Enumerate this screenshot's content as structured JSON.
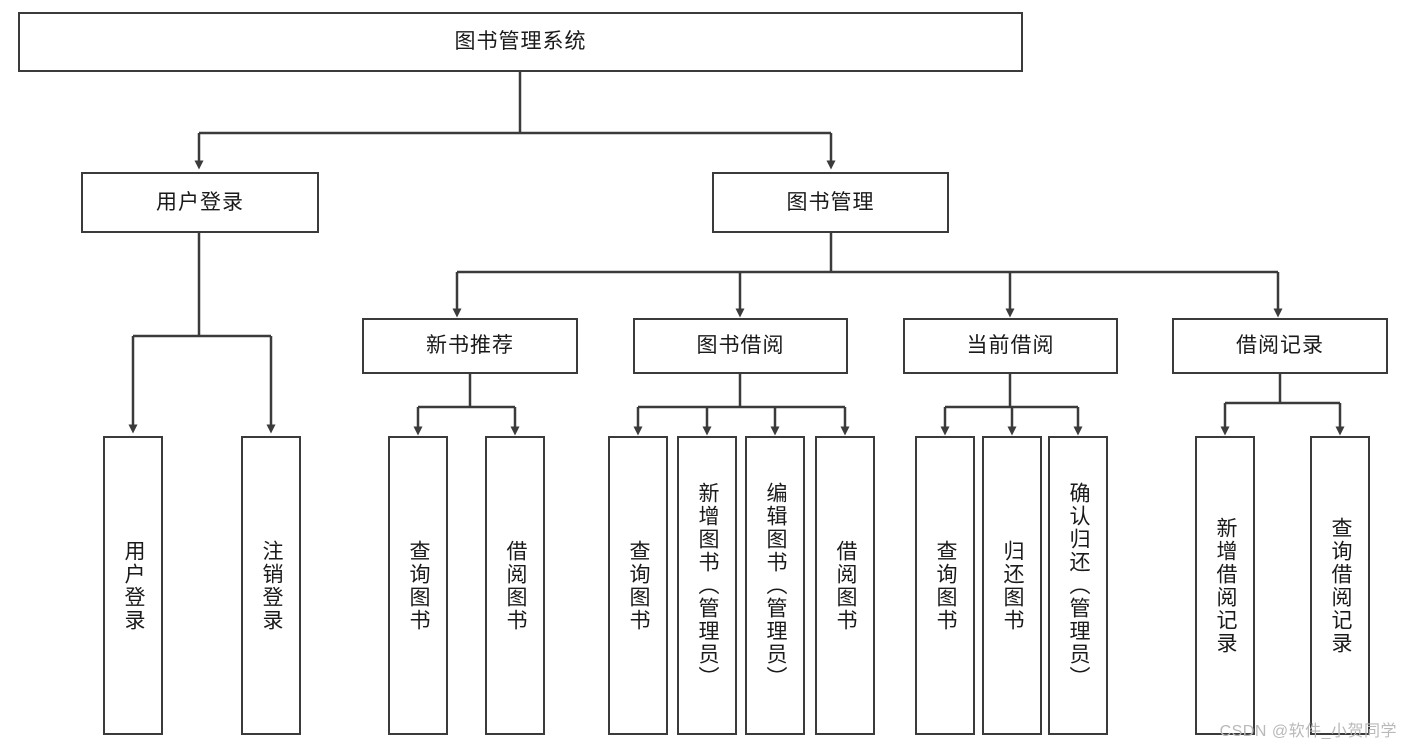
{
  "diagram": {
    "title": "图书管理系统",
    "type": "hierarchy-tree",
    "root": {
      "label": "图书管理系统",
      "orientation": "horizontal"
    },
    "level2": [
      {
        "label": "用户登录",
        "orientation": "horizontal"
      },
      {
        "label": "图书管理",
        "orientation": "horizontal"
      }
    ],
    "level3": [
      {
        "label": "新书推荐",
        "orientation": "horizontal",
        "parent": "图书管理"
      },
      {
        "label": "图书借阅",
        "orientation": "horizontal",
        "parent": "图书管理"
      },
      {
        "label": "当前借阅",
        "orientation": "horizontal",
        "parent": "图书管理"
      },
      {
        "label": "借阅记录",
        "orientation": "horizontal",
        "parent": "图书管理"
      }
    ],
    "leaves": {
      "user_login": [
        {
          "label": "用户登录",
          "orientation": "vertical"
        },
        {
          "label": "注销登录",
          "orientation": "vertical"
        }
      ],
      "new_book_recommend": [
        {
          "label": "查询图书",
          "orientation": "vertical"
        },
        {
          "label": "借阅图书",
          "orientation": "vertical"
        }
      ],
      "book_borrow": [
        {
          "label": "查询图书",
          "orientation": "vertical"
        },
        {
          "label": "新增图书（管理员）",
          "orientation": "vertical"
        },
        {
          "label": "编辑图书（管理员）",
          "orientation": "vertical"
        },
        {
          "label": "借阅图书",
          "orientation": "vertical"
        }
      ],
      "current_borrow": [
        {
          "label": "查询图书",
          "orientation": "vertical"
        },
        {
          "label": "归还图书",
          "orientation": "vertical"
        },
        {
          "label": "确认归还（管理员）",
          "orientation": "vertical"
        }
      ],
      "borrow_record": [
        {
          "label": "新增借阅记录",
          "orientation": "vertical"
        },
        {
          "label": "查询借阅记录",
          "orientation": "vertical"
        }
      ]
    },
    "colors": {
      "stroke": "#3b3b3b",
      "text": "#1a1a1a",
      "background": "#ffffff",
      "watermark": "#b9b9b9"
    }
  },
  "watermark": {
    "text": "CSDN @软件_小贺同学"
  }
}
